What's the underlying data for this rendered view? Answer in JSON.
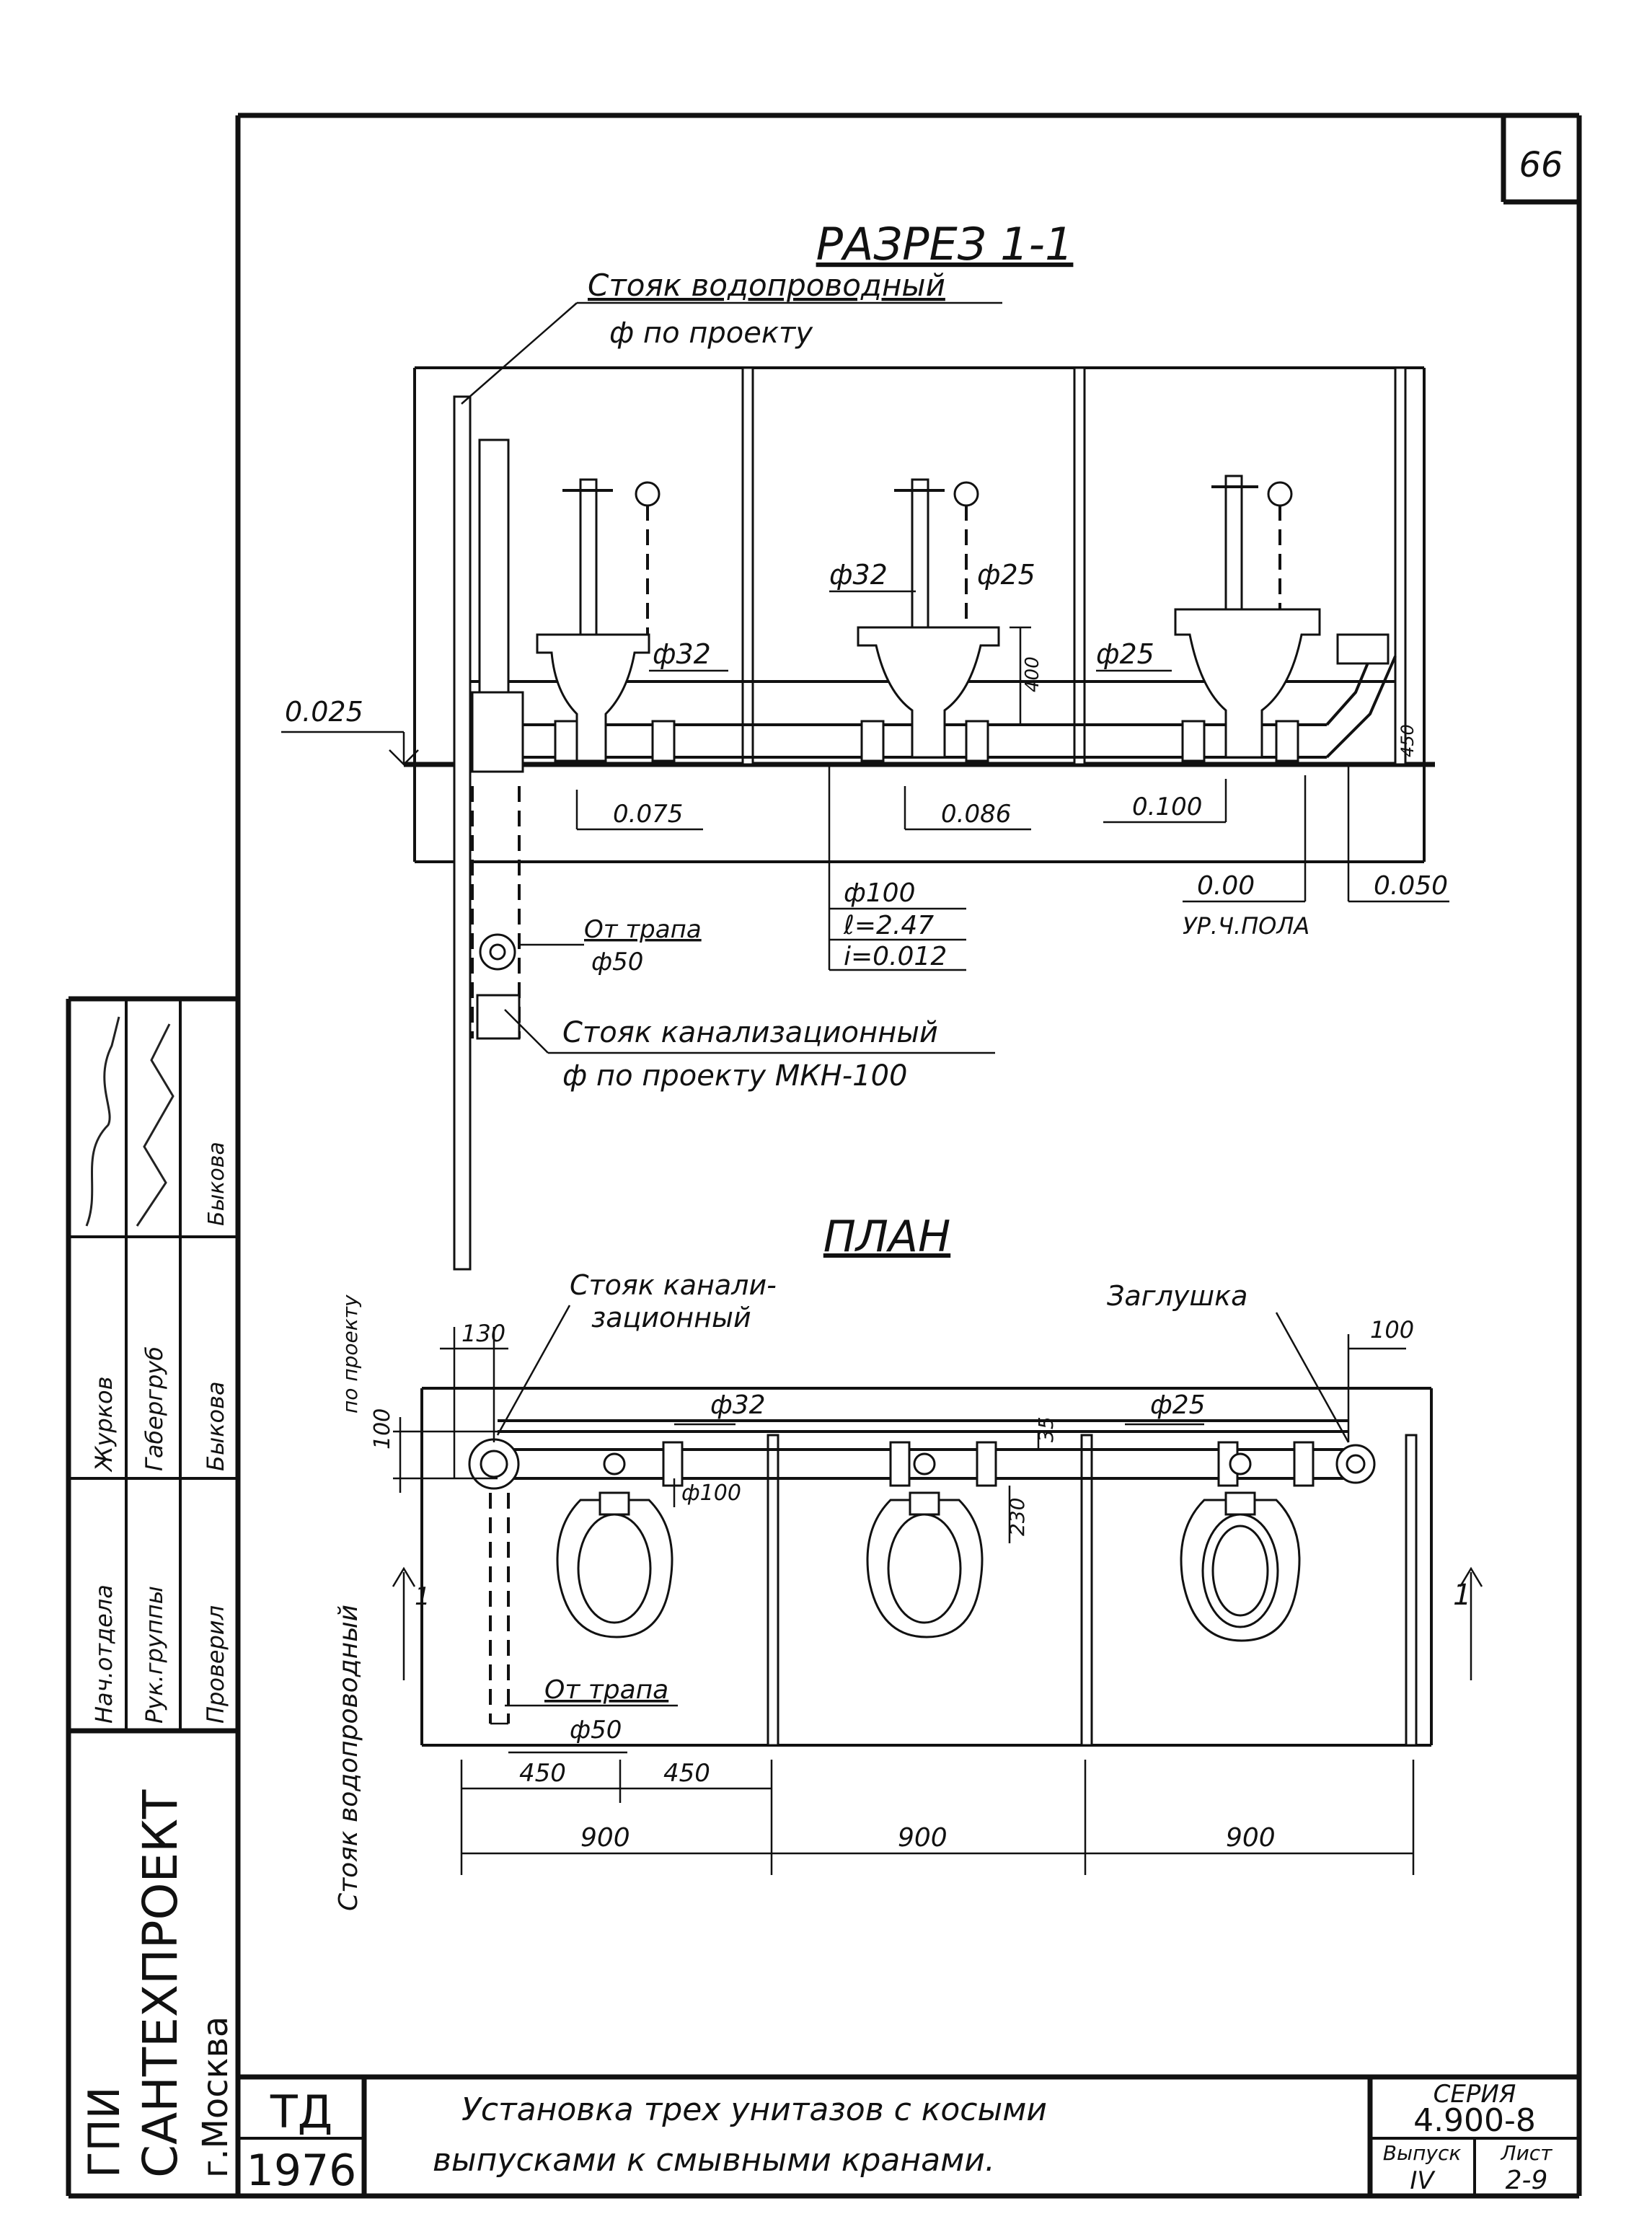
{
  "sheet_number": "66",
  "section": {
    "title": "РАЗРЕЗ 1-1",
    "water_riser_label": "Стояк водопроводный",
    "water_riser_diam": "ф по проекту",
    "pipe_d32": "ф32",
    "pipe_d25_top": "ф25",
    "pipe_d32_mid": "ф32",
    "pipe_d25_mid": "ф25",
    "dim_400": "400",
    "dim_450": "450",
    "level_left": "0.025",
    "level_1": "0.075",
    "level_2": "0.086",
    "level_3": "0.100",
    "floor_level": "0.00",
    "floor_level_label": "УР.Ч.ПОЛА",
    "level_right": "0.050",
    "main_diam": "ф100",
    "main_length": "ℓ=2.47",
    "main_slope": "i=0.012",
    "drain_label": "От трапа",
    "drain_diam": "ф50",
    "sewer_riser_label": "Стояк канализационный",
    "sewer_riser_diam": "ф по проекту МКН-100"
  },
  "plan": {
    "title": "ПЛАН",
    "sewer_riser_label_1": "Стояк канали-",
    "sewer_riser_label_2": "зационный",
    "plug_label": "Заглушка",
    "water_riser_vertical": "Стояк водопроводный",
    "by_project": "по проекту",
    "dim_130": "130",
    "dim_100_top": "100",
    "dim_100_left": "100",
    "dim_35": "35",
    "dim_230": "230",
    "pipe_d32": "ф32",
    "pipe_d25": "ф25",
    "pipe_d100": "ф100",
    "drain_label": "От трапа",
    "drain_diam": "ф50",
    "dims_450": [
      "450",
      "450"
    ],
    "dims_900": [
      "900",
      "900",
      "900"
    ],
    "section_mark": "1"
  },
  "approval": {
    "roles": [
      "Нач.отдела",
      "Рук.группы",
      "Проверил"
    ],
    "names": [
      "Журков",
      "Габергруб",
      "Быкова"
    ],
    "signature_initials": "Быкова"
  },
  "organization": {
    "line1": "ГПИ",
    "line2": "САНТЕХПРОЕКТ",
    "line3": "г.Москва"
  },
  "title_block": {
    "td": "ТД",
    "year": "1976",
    "description_line1": "Установка трех унитазов с косыми",
    "description_line2": "выпусками к смывными кранами.",
    "series_label": "СЕРИЯ",
    "series_value": "4.900-8",
    "issue_label": "Выпуск",
    "issue_value": "IV",
    "sheet_label": "Лист",
    "sheet_value": "2-9"
  }
}
